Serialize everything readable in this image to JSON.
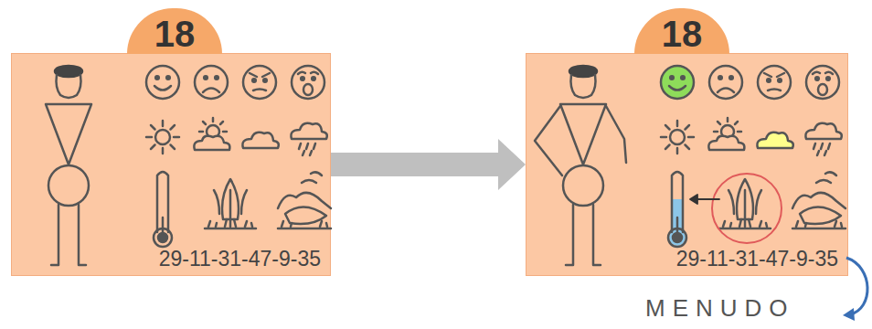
{
  "diagram": {
    "nodes": [
      {
        "text": [
          "18",
          "29-11-31-47-9-35"
        ]
      },
      {
        "text": [
          "18",
          "29-11-31-47-9-35"
        ]
      }
    ],
    "edges": [
      {
        "from": 0,
        "to": 1,
        "arrow": "to"
      }
    ],
    "labels": [
      "MENUDO"
    ]
  }
}
